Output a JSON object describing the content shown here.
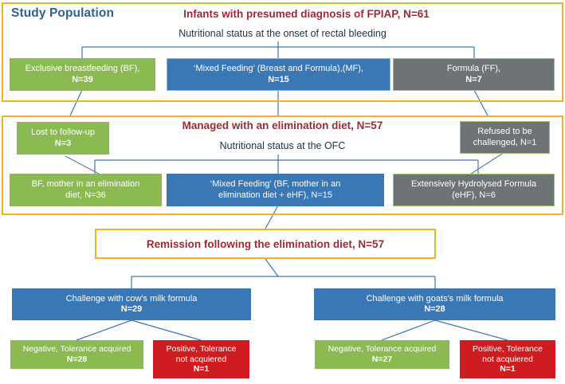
{
  "figure": {
    "type": "flowchart",
    "title": "Study Population flow diagram — FPIAP infants"
  },
  "section1": {
    "label": "Study Population",
    "heading": "Infants with presumed diagnosis of FPIAP, N=61",
    "subheading": "Nutritional status at the onset of rectal bleeding",
    "nodes": [
      {
        "line1": "Exclusive breastfeeding (BF),",
        "line2": "N=39",
        "color": "#8CBA52"
      },
      {
        "line1": "‘Mixed Feeding’ (Breast and Formula),(MF),",
        "line2": "N=15",
        "color": "#3A77B5"
      },
      {
        "line1": "Formula (FF),",
        "line2": "N=7",
        "color": "#6E7375"
      }
    ]
  },
  "section2": {
    "heading": "Managed with an elimination diet, N=57",
    "subheading": "Nutritional status at the OFC",
    "side_left": {
      "line1": "Lost to follow-up",
      "line2": "N=3",
      "color": "#8CBA52"
    },
    "side_right": {
      "line1": "Refused to be",
      "line2": "challenged, N=1",
      "color": "#6E7375"
    },
    "nodes": [
      {
        "line1": "BF, mother in an elimination",
        "line2": "diet, N=36",
        "color": "#8CBA52"
      },
      {
        "line1": "‘Mixed Feeding’ (BF, mother in an",
        "line2": "elimination diet + eHF), N=15",
        "color": "#3A77B5"
      },
      {
        "line1": "Extensively Hydrolysed Formula",
        "line2": "(eHF), N=6",
        "color": "#6E7375"
      }
    ]
  },
  "section3": {
    "heading": "Remission following the elimination diet, N=57"
  },
  "section4": {
    "branches": [
      {
        "challenge": {
          "line1": "Challenge with cow's milk formula",
          "line2": "N=29",
          "color": "#3A77B5"
        },
        "outcomes": [
          {
            "line1": "Negative, Tolerance acquired",
            "line2": "",
            "line3": "N=28",
            "color": "#8CBA52"
          },
          {
            "line1": "Positive, Tolerance",
            "line2": "not acquiered",
            "line3": "N=1",
            "color": "#CE1C20"
          }
        ]
      },
      {
        "challenge": {
          "line1": "Challenge with goats's milk formula",
          "line2": "N=28",
          "color": "#3A77B5"
        },
        "outcomes": [
          {
            "line1": "Negative, Tolerance acquired",
            "line2": "",
            "line3": "N=27",
            "color": "#8CBA52"
          },
          {
            "line1": "Positive, Tolerance",
            "line2": "not acquiered",
            "line3": "N=1",
            "color": "#CE1C20"
          }
        ]
      }
    ]
  },
  "colors": {
    "frame": "#F0B323",
    "green": "#8CBA52",
    "blue": "#3A77B5",
    "gray": "#6E7375",
    "red": "#CE1C20",
    "heading_red": "#9E2A35",
    "heading_blue": "#31618F",
    "connector": "#3A77B5"
  }
}
